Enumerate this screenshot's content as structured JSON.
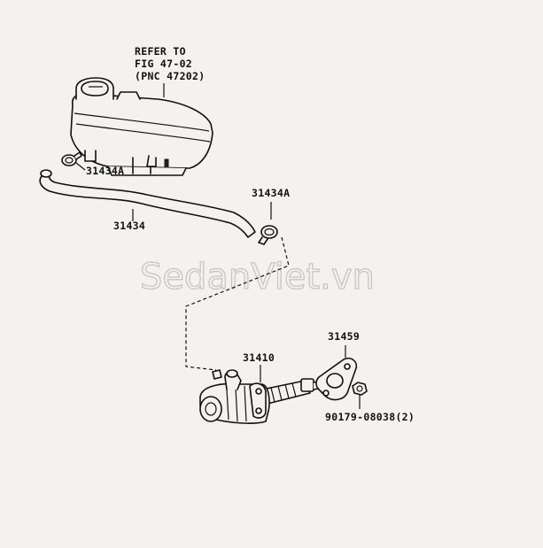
{
  "watermark": "SedanViet.vn",
  "reference_note": {
    "line1": "REFER TO",
    "line2": "FIG 47-02",
    "line3": "(PNC 47202)"
  },
  "part_labels": {
    "clamp_upper": "31434A",
    "clamp_lower": "31434A",
    "hose": "31434",
    "master_cylinder": "31410",
    "gasket": "31459",
    "nut": "90179-08038(2)"
  }
}
